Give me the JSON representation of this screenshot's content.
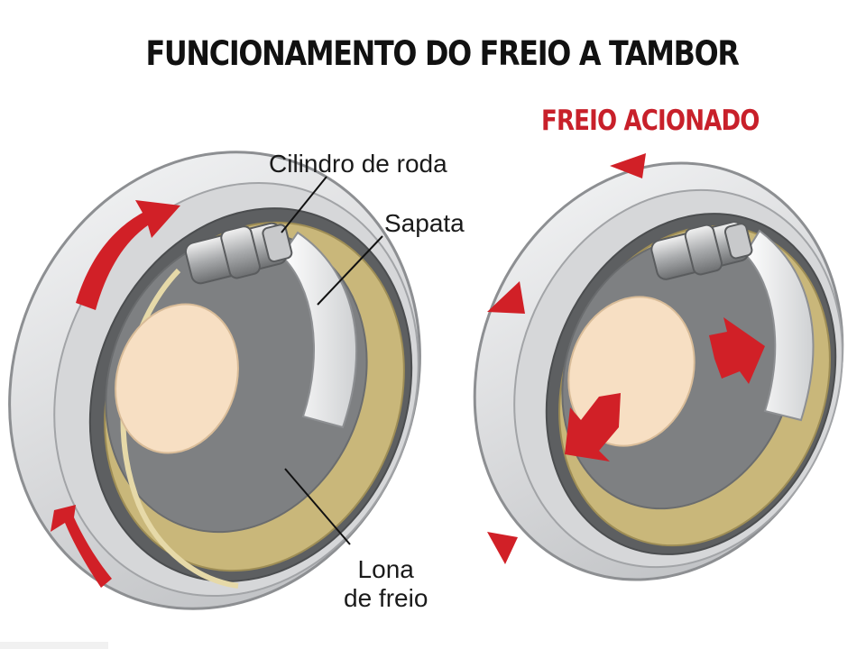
{
  "diagram": {
    "title": "FUNCIONAMENTO DO FREIO A TAMBOR",
    "subtitle": "FREIO ACIONADO",
    "labels": {
      "cilindro": "Cilindro de roda",
      "sapata": "Sapata",
      "lona_line1": "Lona",
      "lona_line2": "de freio"
    },
    "colors": {
      "arrow_red": "#d12027",
      "lining_gold": "#c9b77a",
      "hub_peach": "#f7dfc3",
      "backing_gray": "#7e8082",
      "drum_silver": "#e4e5e7"
    },
    "icons": {
      "rotation_arrow": "curved-arrow-icon",
      "motion_indicator": "red-triangle-icon",
      "force_arrow": "block-arrow-icon"
    }
  }
}
